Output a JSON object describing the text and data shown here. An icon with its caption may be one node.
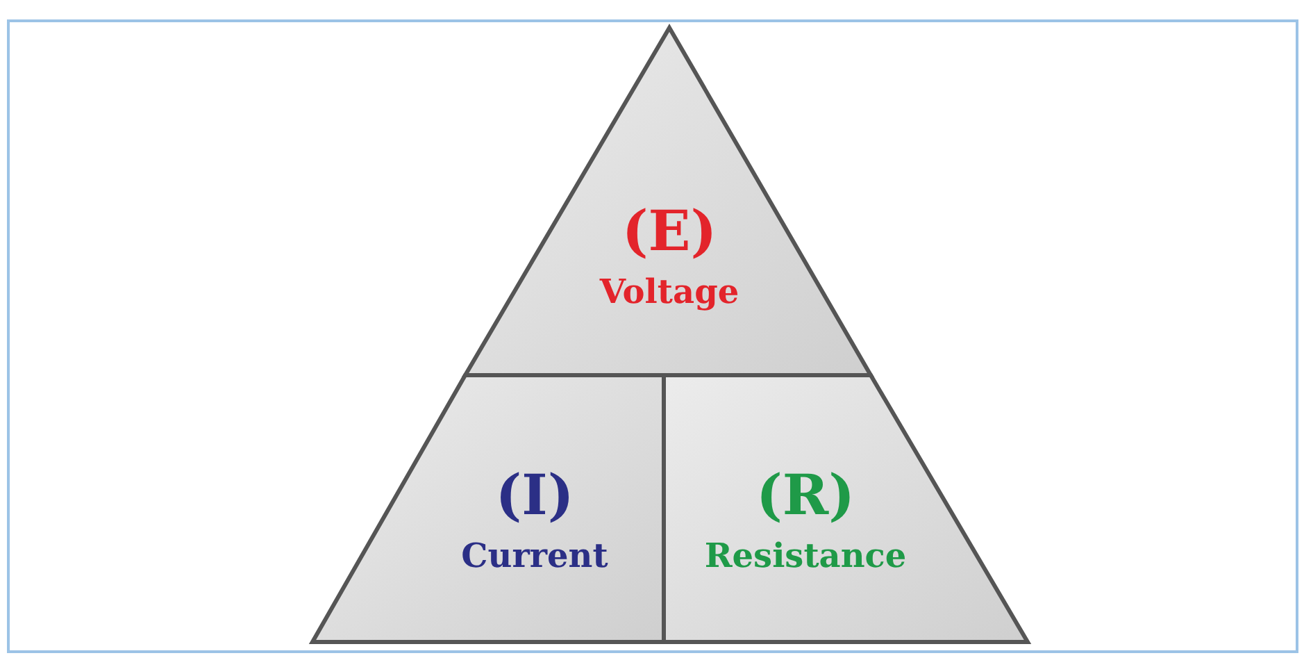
{
  "diagram": {
    "nodes": [
      {
        "text": [
          "(E)",
          "Voltage"
        ]
      },
      {
        "text": [
          "(I)",
          "Current"
        ]
      },
      {
        "text": [
          "(R)",
          "Resistance"
        ]
      }
    ]
  }
}
